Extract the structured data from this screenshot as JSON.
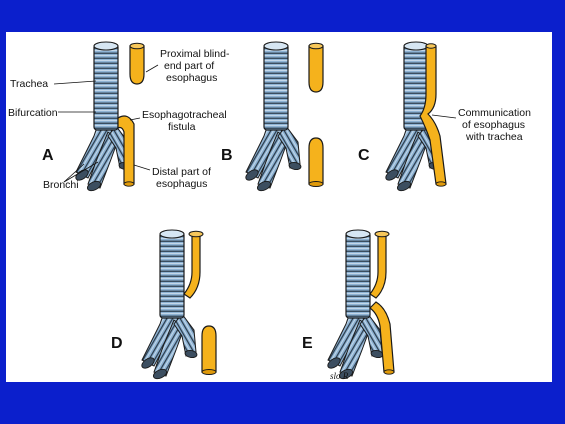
{
  "variants": {
    "a": {
      "letter": "A"
    },
    "b": {
      "letter": "B"
    },
    "c": {
      "letter": "C"
    },
    "d": {
      "letter": "D"
    },
    "e": {
      "letter": "E"
    }
  },
  "labels": {
    "trachea": "Trachea",
    "bifurcation": "Bifurcation",
    "bronchi": "Bronchi",
    "proximal_line1": "Proximal blind-",
    "proximal_line2": "end part of",
    "proximal_line3": "esophagus",
    "fistula_line1": "Esophagotracheal",
    "fistula_line2": "fistula",
    "distal_line1": "Distal part of",
    "distal_line2": "esophagus",
    "communication_line1": "Communication",
    "communication_line2": "of esophagus",
    "communication_line3": "with trachea"
  },
  "signature": "slo R",
  "colors": {
    "slide_background": "#0b1fcc",
    "panel_background": "#ffffff",
    "trachea_fill": "#8eb3d4",
    "esophagus_fill": "#f5b21c",
    "outline": "#1a1a1a"
  }
}
